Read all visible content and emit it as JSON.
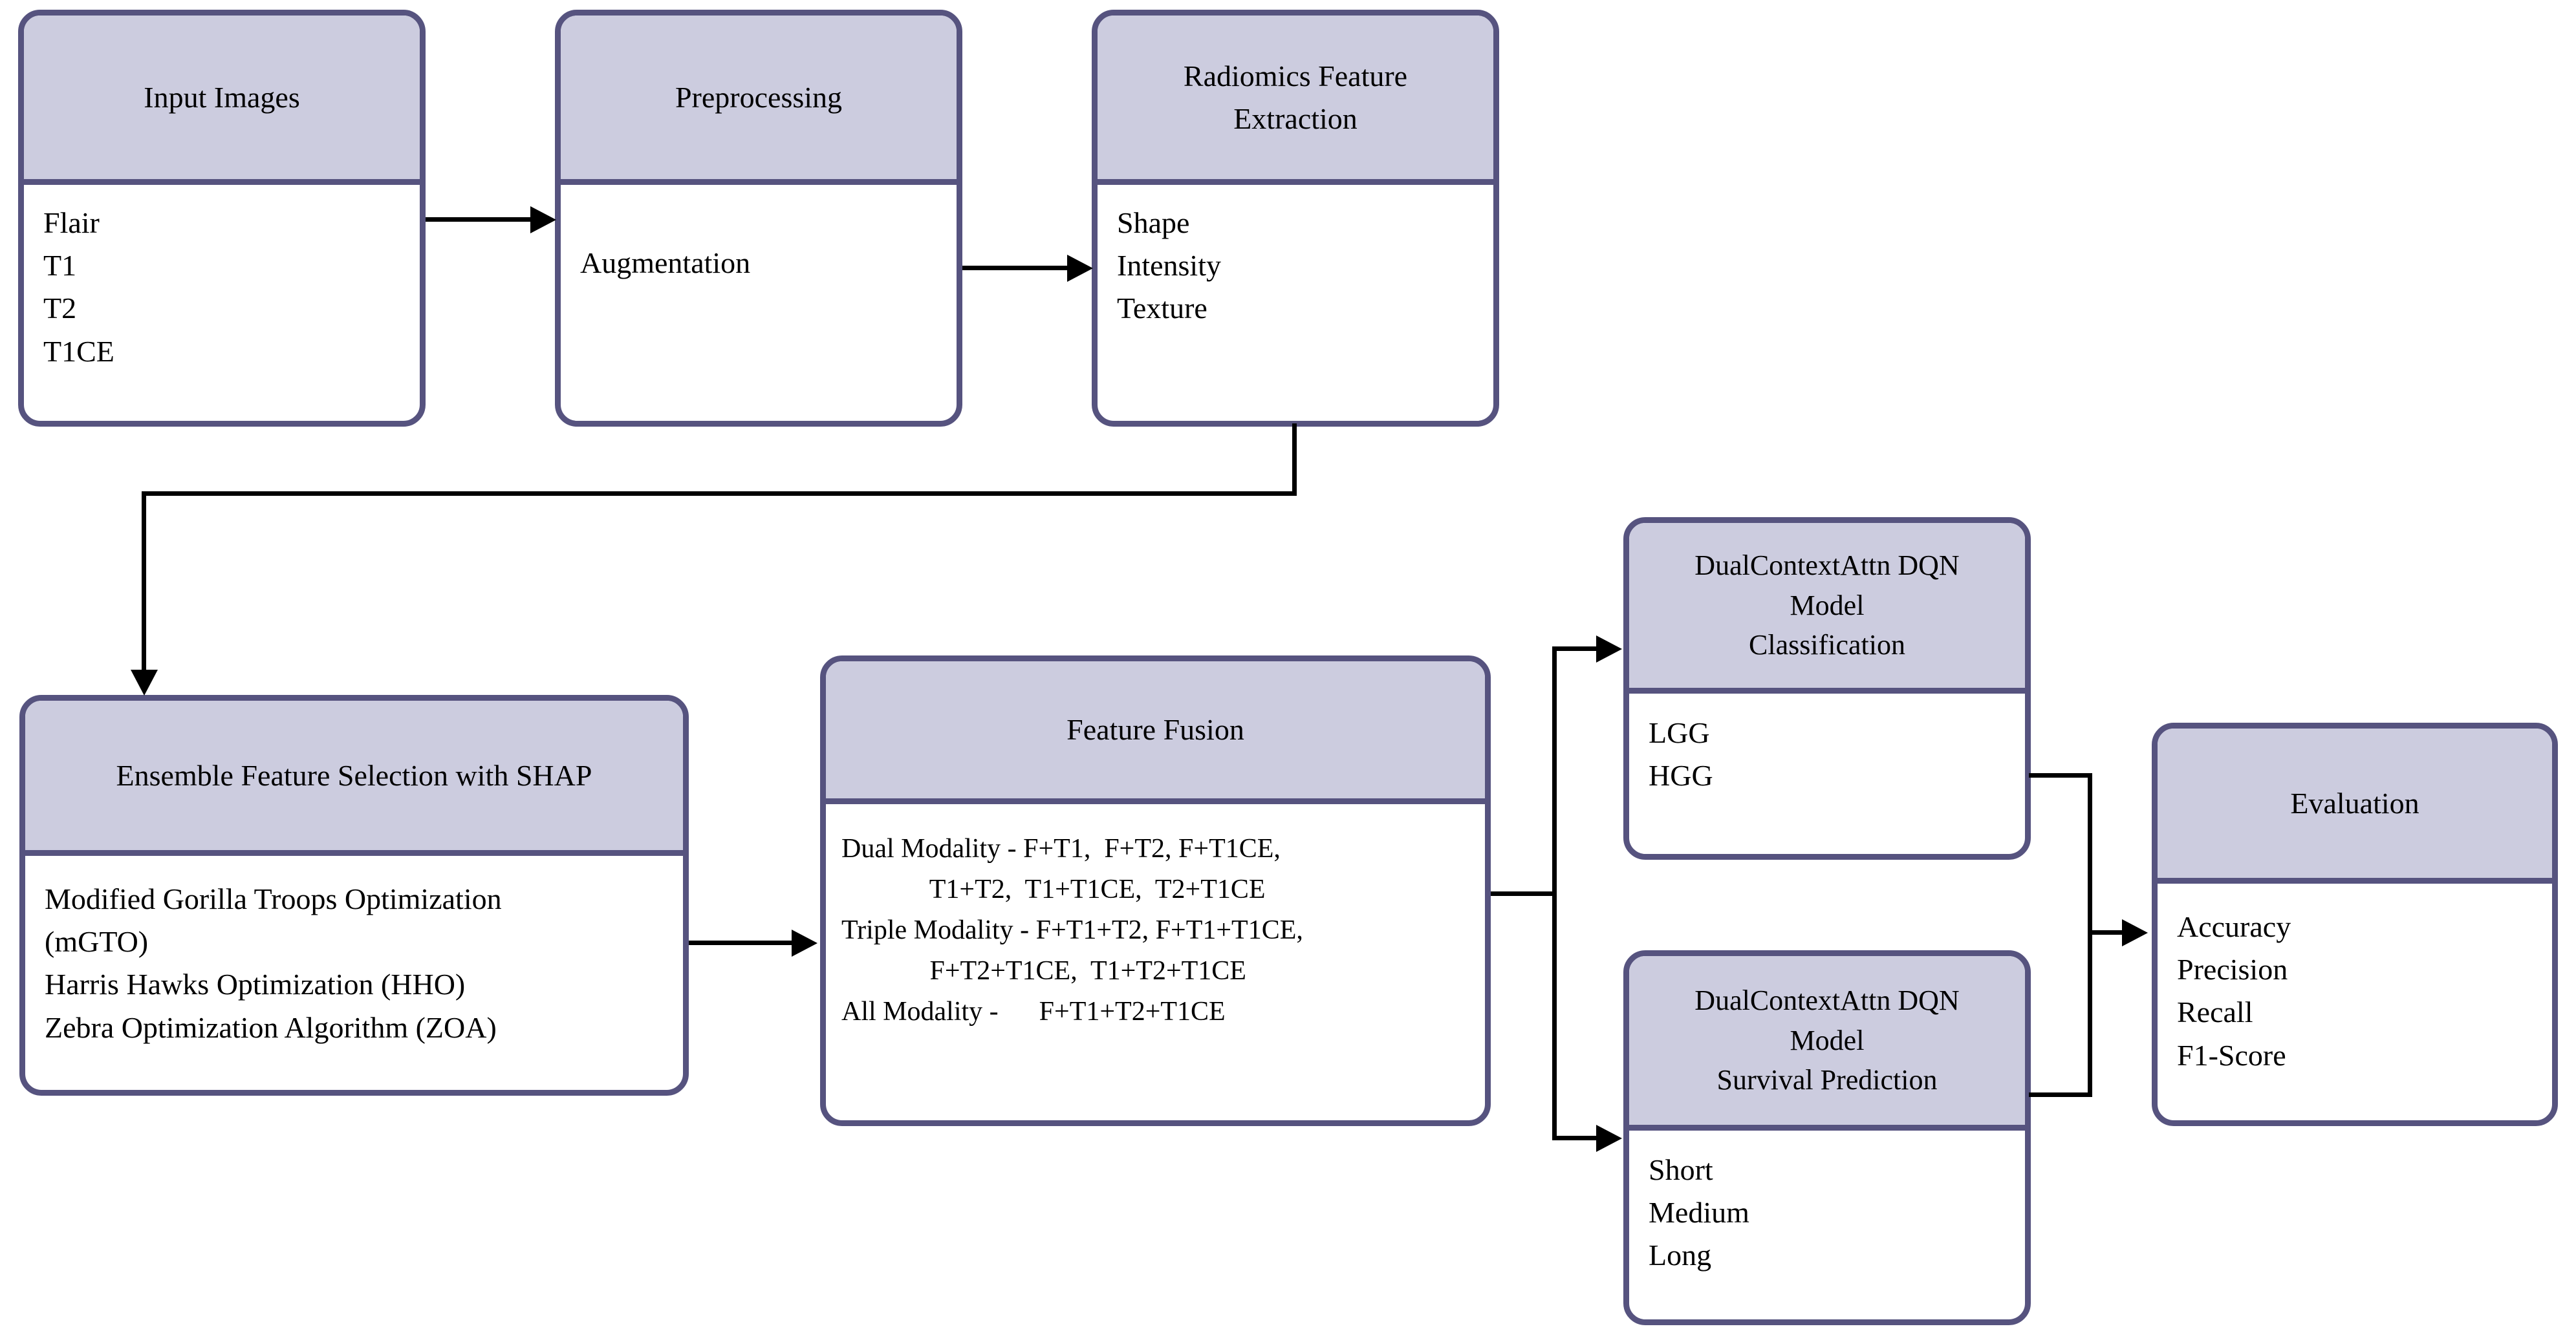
{
  "diagram": {
    "title": "Brain tumor radiomics DQN pipeline flowchart",
    "colors": {
      "node_border": "#56537f",
      "node_header_fill": "#ccccdf",
      "node_body_fill": "#ffffff",
      "connector": "#000000",
      "text": "#000000"
    }
  },
  "nodes": {
    "input_images": {
      "header": [
        "Input Images"
      ],
      "body": [
        "Flair",
        "T1",
        "T2",
        "T1CE"
      ]
    },
    "preprocessing": {
      "header": [
        "Preprocessing"
      ],
      "body": [
        "Augmentation"
      ]
    },
    "radiomics": {
      "header": [
        "Radiomics Feature",
        "Extraction"
      ],
      "body": [
        "Shape",
        "Intensity",
        "Texture"
      ]
    },
    "ensemble_feature_selection": {
      "header": [
        "Ensemble Feature Selection with SHAP"
      ],
      "body": [
        "Modified Gorilla Troops Optimization",
        "(mGTO)",
        "Harris Hawks Optimization (HHO)",
        "Zebra Optimization Algorithm (ZOA)"
      ]
    },
    "feature_fusion": {
      "header": [
        "Feature Fusion"
      ],
      "body": [
        "Dual Modality - F+T1,  F+T2, F+T1CE,",
        "             T1+T2,  T1+T1CE,  T2+T1CE",
        "Triple Modality - F+T1+T2, F+T1+T1CE,",
        "             F+T2+T1CE,  T1+T2+T1CE",
        "All Modality -      F+T1+T2+T1CE"
      ]
    },
    "dqn_classification": {
      "header": [
        "DualContextAttn DQN",
        "Model",
        "Classification"
      ],
      "body": [
        "LGG",
        "HGG"
      ]
    },
    "dqn_survival": {
      "header": [
        "DualContextAttn DQN",
        "Model",
        "Survival Prediction"
      ],
      "body": [
        "Short",
        "Medium",
        "Long"
      ]
    },
    "evaluation": {
      "header": [
        "Evaluation"
      ],
      "body": [
        "Accuracy",
        "Precision",
        "Recall",
        "F1-Score"
      ]
    }
  },
  "edges": [
    {
      "id": "input-to-preprocessing",
      "from": "input_images",
      "to": "preprocessing",
      "style": "straight-right"
    },
    {
      "id": "preprocessing-to-radiomics",
      "from": "preprocessing",
      "to": "radiomics",
      "style": "straight-right"
    },
    {
      "id": "radiomics-to-ensemble",
      "from": "radiomics",
      "to": "ensemble_feature_selection",
      "style": "orthogonal-down-left-down"
    },
    {
      "id": "ensemble-to-fusion",
      "from": "ensemble_feature_selection",
      "to": "feature_fusion",
      "style": "straight-right"
    },
    {
      "id": "fusion-to-classification",
      "from": "feature_fusion",
      "to": "dqn_classification",
      "style": "orthogonal-fork-up"
    },
    {
      "id": "fusion-to-survival",
      "from": "feature_fusion",
      "to": "dqn_survival",
      "style": "orthogonal-fork-down"
    },
    {
      "id": "classification-to-evaluation",
      "from": "dqn_classification",
      "to": "evaluation",
      "style": "orthogonal-merge-right"
    },
    {
      "id": "survival-to-evaluation",
      "from": "dqn_survival",
      "to": "evaluation",
      "style": "orthogonal-merge-right"
    }
  ]
}
